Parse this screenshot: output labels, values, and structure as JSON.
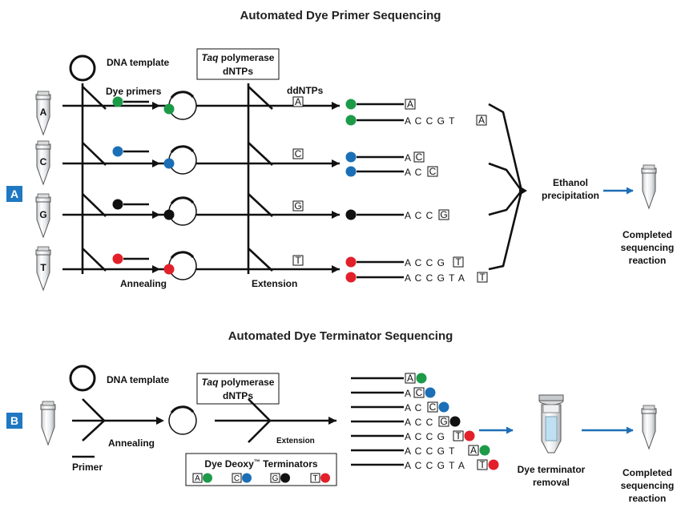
{
  "colors": {
    "A": "#1c9a48",
    "C": "#1b6fb6",
    "G": "#111111",
    "T": "#e2202a",
    "badge": "#1f78c1",
    "arrow": "#1e6fb5"
  },
  "panelA": {
    "badge": "A",
    "title": "Automated Dye Primer Sequencing",
    "dna_template": "DNA template",
    "dye_primers": "Dye primers",
    "taq_italic": "Taq",
    "taq_rest": " polymerase",
    "dntps": "dNTPs",
    "ddntps": "ddNTPs",
    "annealing": "Annealing",
    "extension": "Extension",
    "ethanol_1": "Ethanol",
    "ethanol_2": "precipitation",
    "completed_1": "Completed",
    "completed_2": "sequencing",
    "completed_3": "reaction",
    "tubes": [
      "A",
      "C",
      "G",
      "T"
    ],
    "ddntp_boxes": [
      "A",
      "C",
      "G",
      "T"
    ],
    "products": [
      {
        "seq": "",
        "term": "A"
      },
      {
        "seq": "A C C G T ",
        "term": "A"
      },
      {
        "seq": "A",
        "term": "C"
      },
      {
        "seq": "A C ",
        "term": "C"
      },
      {
        "seq": "A C C ",
        "term": "G"
      },
      {
        "seq": "A C C G ",
        "term": "T"
      },
      {
        "seq": "A C C G T A ",
        "term": "T"
      }
    ]
  },
  "panelB": {
    "badge": "B",
    "title": "Automated Dye Terminator Sequencing",
    "dna_template": "DNA template",
    "taq_italic": "Taq",
    "taq_rest": " polymerase",
    "dntps": "dNTPs",
    "annealing": "Annealing",
    "primer": "Primer",
    "extension": "Extension",
    "terminators_title": "Dye Deoxy",
    "terminators_tm": "™",
    "terminators_rest": " Terminators",
    "terminator_letters": [
      "A",
      "C",
      "G",
      "T"
    ],
    "removal_1": "Dye terminator",
    "removal_2": "removal",
    "completed_1": "Completed",
    "completed_2": "sequencing",
    "completed_3": "reaction",
    "products": [
      {
        "seq": "",
        "term": "A"
      },
      {
        "seq": "A",
        "term": "C"
      },
      {
        "seq": "A C ",
        "term": "C"
      },
      {
        "seq": "A C C ",
        "term": "G"
      },
      {
        "seq": "A C C G ",
        "term": "T"
      },
      {
        "seq": "A C C G T ",
        "term": "A"
      },
      {
        "seq": "A C C G T A ",
        "term": "T"
      }
    ]
  }
}
